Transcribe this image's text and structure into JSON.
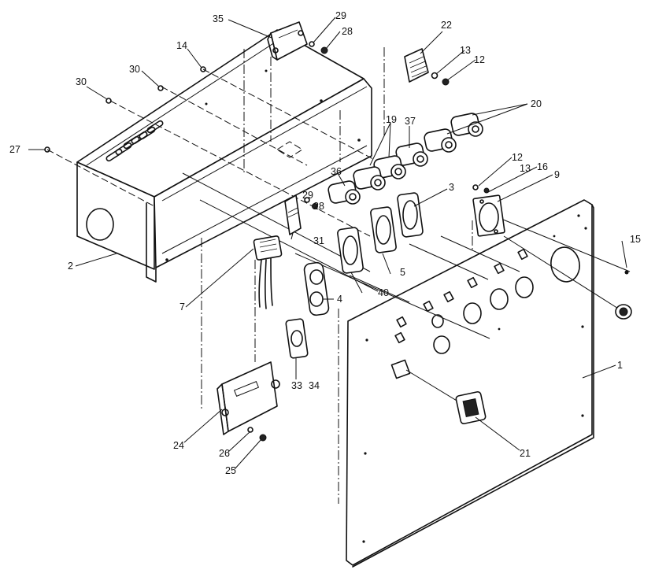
{
  "callouts": [
    {
      "id": "1",
      "text": "1"
    },
    {
      "id": "2",
      "text": "2"
    },
    {
      "id": "3",
      "text": "3"
    },
    {
      "id": "4",
      "text": "4"
    },
    {
      "id": "5",
      "text": "5"
    },
    {
      "id": "7",
      "text": "7"
    },
    {
      "id": "9",
      "text": "9"
    },
    {
      "id": "12a",
      "text": "12"
    },
    {
      "id": "12b",
      "text": "12"
    },
    {
      "id": "13a",
      "text": "13"
    },
    {
      "id": "13b",
      "text": "13"
    },
    {
      "id": "14",
      "text": "14"
    },
    {
      "id": "15",
      "text": "15"
    },
    {
      "id": "16",
      "text": "16"
    },
    {
      "id": "19",
      "text": "19"
    },
    {
      "id": "20",
      "text": "20"
    },
    {
      "id": "21",
      "text": "21"
    },
    {
      "id": "22",
      "text": "22"
    },
    {
      "id": "24",
      "text": "24"
    },
    {
      "id": "25",
      "text": "25"
    },
    {
      "id": "26",
      "text": "26"
    },
    {
      "id": "27",
      "text": "27"
    },
    {
      "id": "28a",
      "text": "28"
    },
    {
      "id": "28b",
      "text": "28"
    },
    {
      "id": "29a",
      "text": "29"
    },
    {
      "id": "29b",
      "text": "29"
    },
    {
      "id": "30a",
      "text": "30"
    },
    {
      "id": "30b",
      "text": "30"
    },
    {
      "id": "31",
      "text": "31"
    },
    {
      "id": "33",
      "text": "33"
    },
    {
      "id": "34",
      "text": "34"
    },
    {
      "id": "35",
      "text": "35"
    },
    {
      "id": "36",
      "text": "36"
    },
    {
      "id": "37",
      "text": "37"
    },
    {
      "id": "40",
      "text": "40"
    }
  ]
}
